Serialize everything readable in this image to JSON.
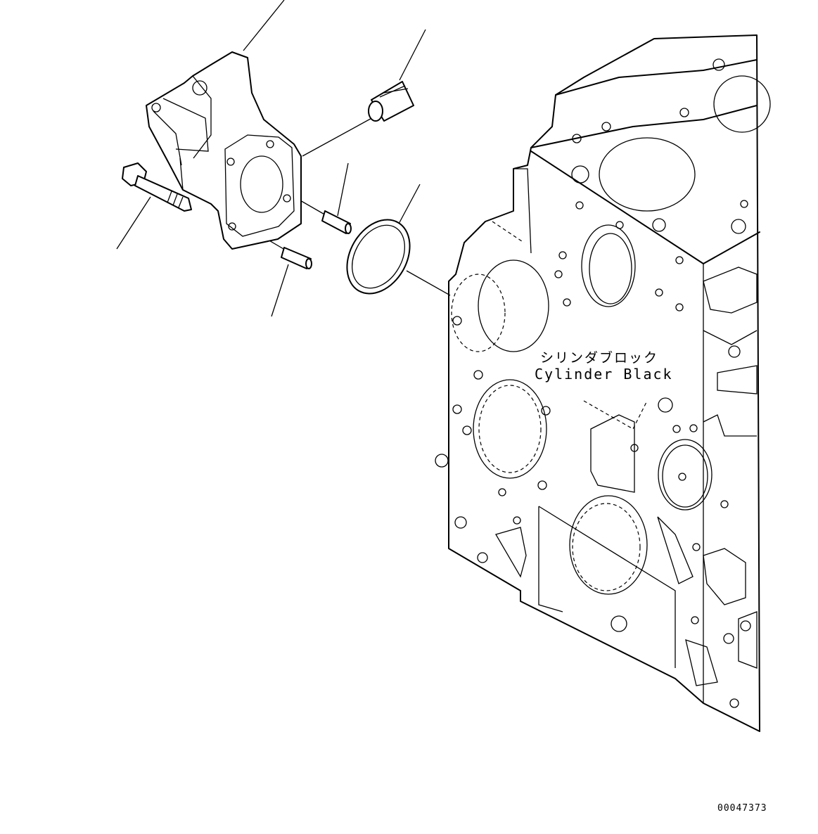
{
  "diagram": {
    "block_label_jp": "シリンダブロック",
    "block_label_en": "Cylinder Black",
    "drawing_number": "00047373"
  }
}
